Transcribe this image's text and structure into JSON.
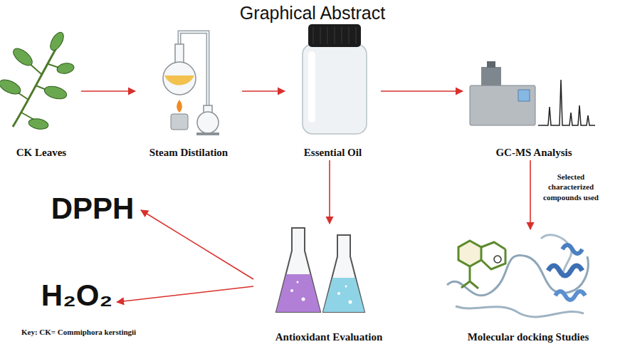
{
  "diagram": {
    "title": "Graphical Abstract",
    "nodes": [
      {
        "text": [
          "CK Leaves"
        ]
      },
      {
        "text": [
          "Steam Distilation"
        ]
      },
      {
        "text": [
          "Essential Oil"
        ]
      },
      {
        "text": [
          "GC-MS Analysis"
        ]
      },
      {
        "text": [
          "DPPH"
        ]
      },
      {
        "text": [
          "H₂O₂"
        ]
      },
      {
        "text": [
          "Antioxidant Evaluation"
        ]
      },
      {
        "text": [
          "Molecular docking Studies"
        ]
      }
    ],
    "edges": [
      {
        "from": 0,
        "to": 1,
        "arrow": "to"
      },
      {
        "from": 1,
        "to": 2,
        "arrow": "to"
      },
      {
        "from": 2,
        "to": 3,
        "arrow": "to"
      },
      {
        "from": 2,
        "to": 6,
        "arrow": "to"
      },
      {
        "from": 3,
        "to": 7,
        "label": "Selected characterized compounds used",
        "arrow": "to"
      },
      {
        "from": 6,
        "to": 4,
        "arrow": "to"
      },
      {
        "from": 6,
        "to": 5,
        "arrow": "to"
      }
    ],
    "labels": [
      "Key: CK= Commiphora kerstingii"
    ]
  }
}
